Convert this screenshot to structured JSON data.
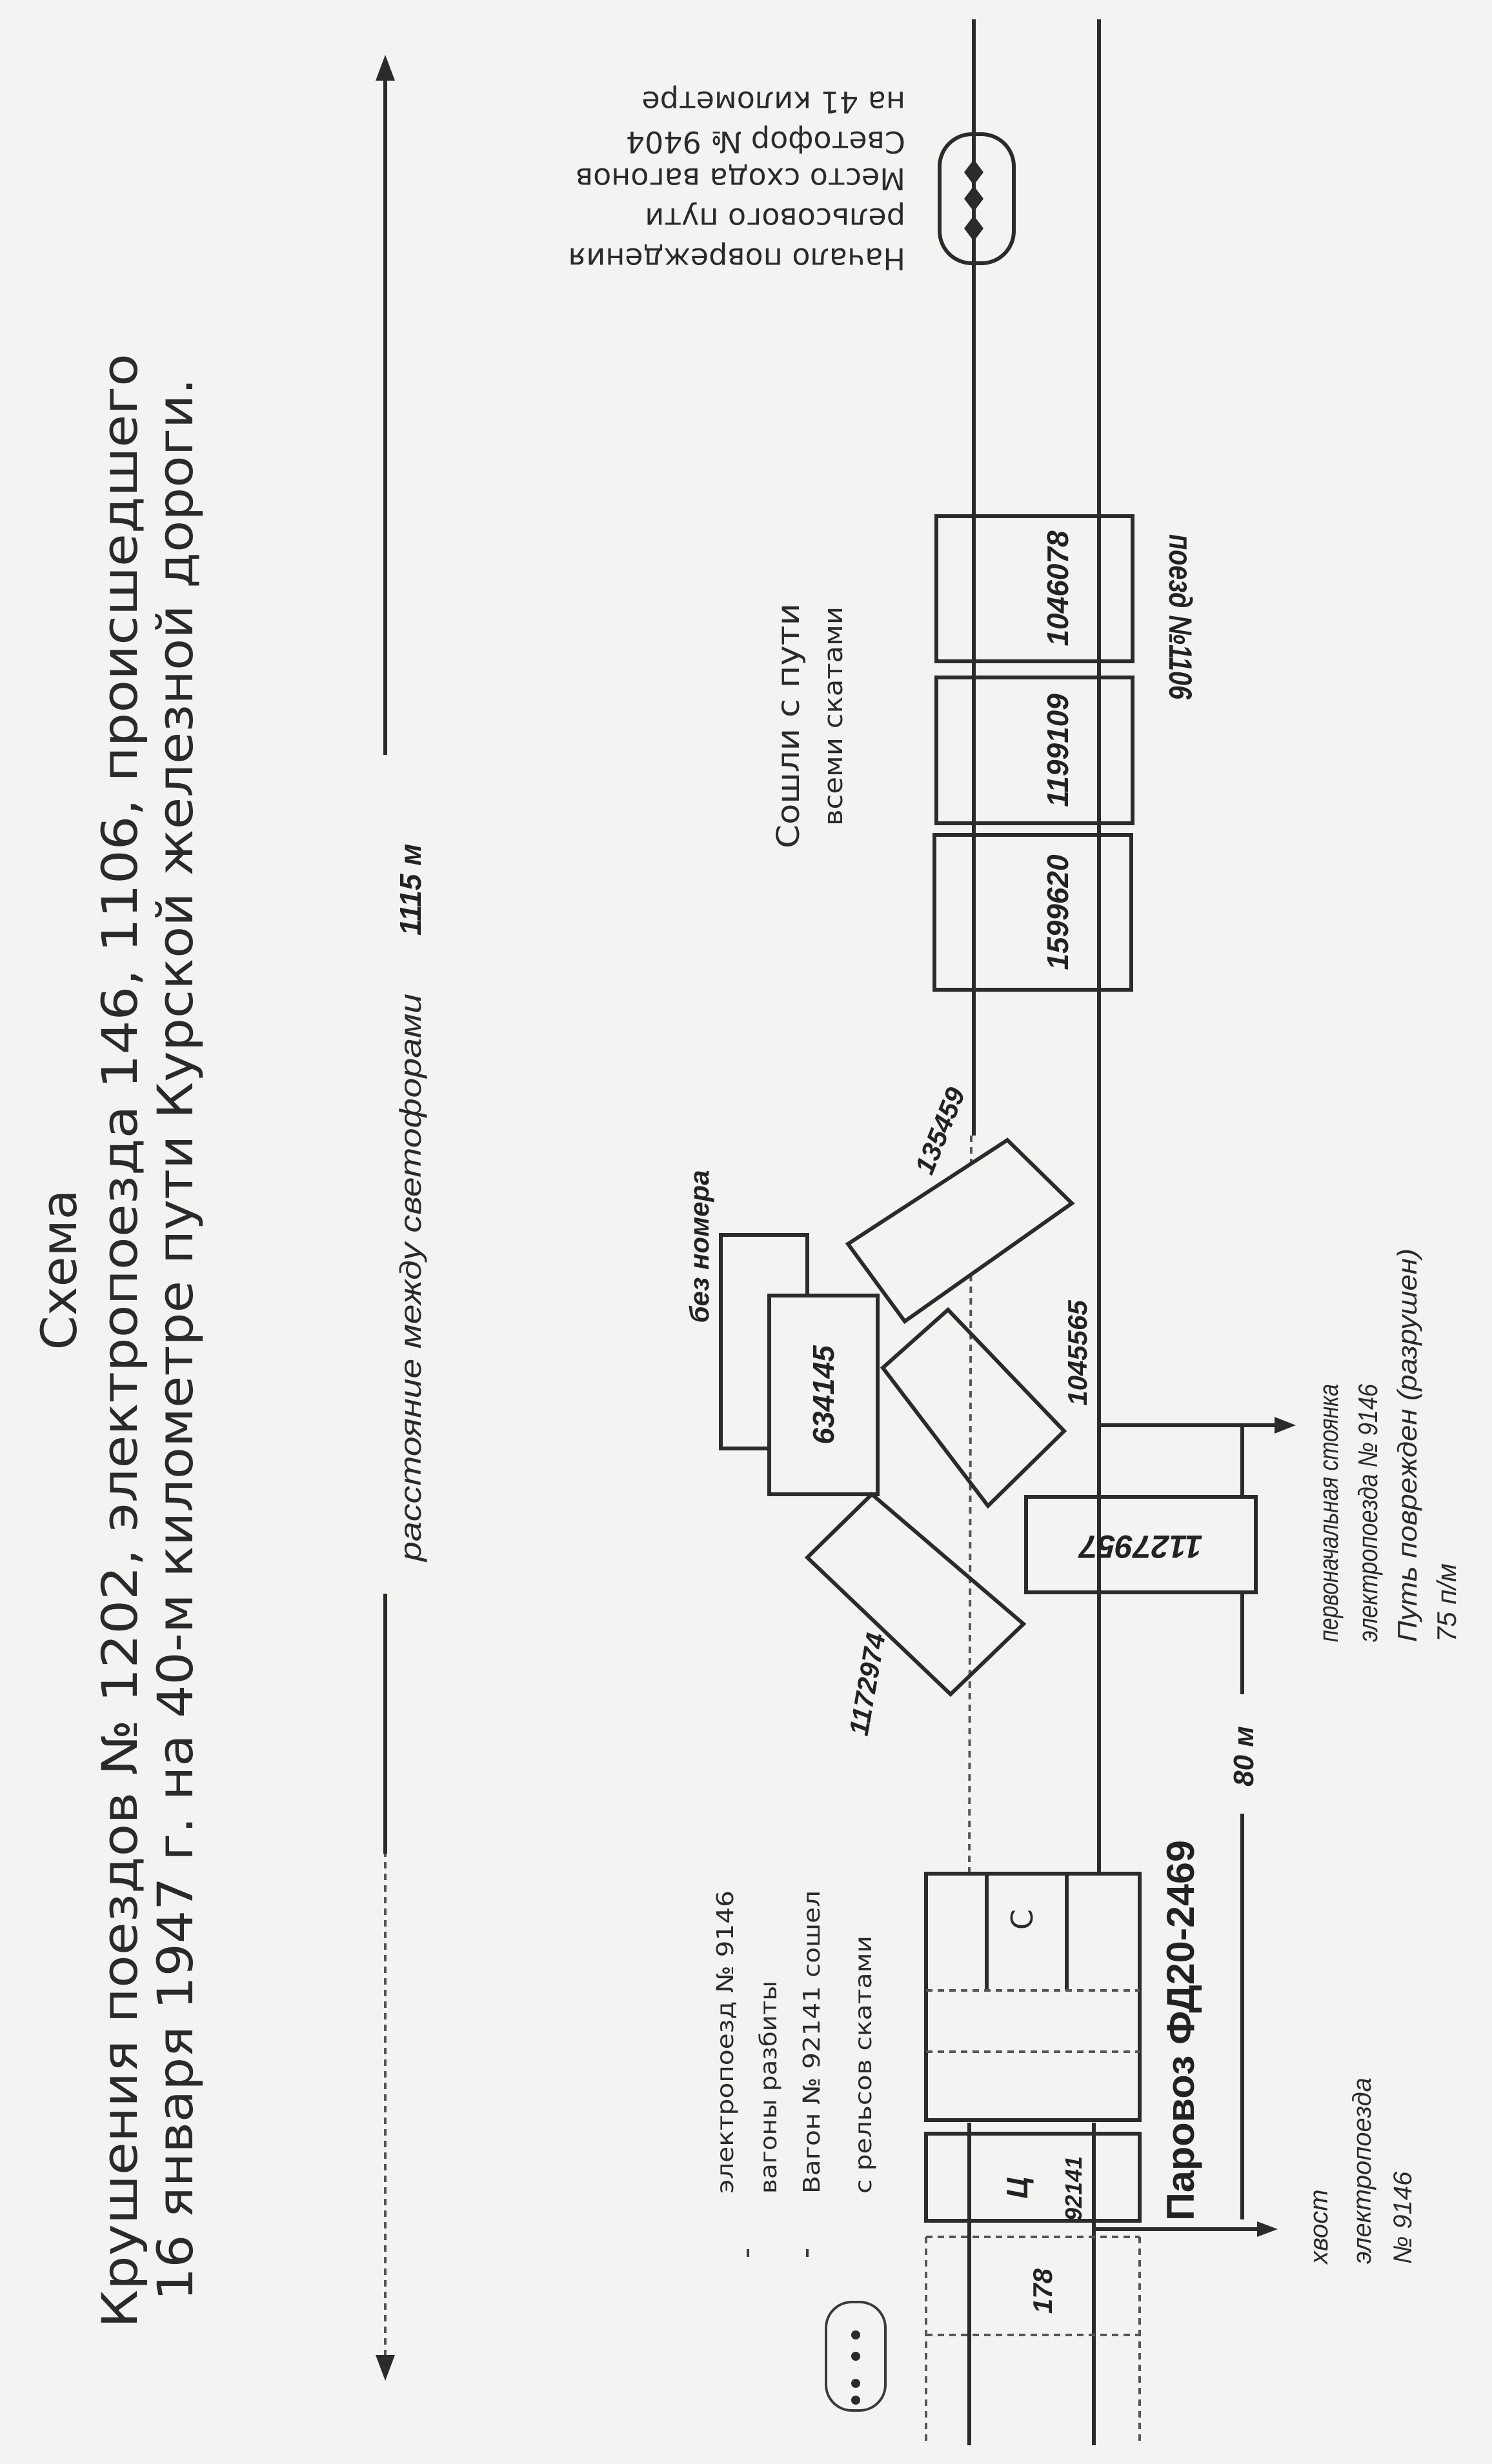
{
  "title": {
    "heading": "Схема",
    "line1": "Крушения поездов № 1202, электропоезда 146, 1106, происшедшего",
    "line2": "16 января 1947 г. на 40-м километре пути Курской железной дороги."
  },
  "distance": {
    "label": "расстояние между светофорами",
    "value": "1115 м"
  },
  "signal": {
    "lines": [
      "Начало повреждения",
      "рельсового пути",
      "Место схода вагонов",
      "Светофор № 9404",
      "на 41 километре"
    ]
  },
  "derailed": {
    "lines": [
      "Сошли с пути",
      "всеми скатами"
    ],
    "train_label": "поезд №1106",
    "cars": [
      "1046078",
      "1199109",
      "1599620"
    ]
  },
  "wreck": {
    "car_135459": "135459",
    "car_634145": "634145",
    "no_number": "без номера",
    "car_1045565": "1045565",
    "car_1172974": "1172974",
    "car_1127957": "1127957"
  },
  "stop_note": {
    "lines": [
      "первоначальная стоянка",
      "электропоезда № 9146",
      "Путь поврежден (разрушен)",
      "75 п/м"
    ]
  },
  "dimension": "80 м",
  "locomotive": {
    "label": "Паровоз ФД20-2469",
    "tender_mark": "С",
    "car_mark": "Ц",
    "car_number": "92141",
    "car_178": "178"
  },
  "emu_note": {
    "lines": [
      "электропоезд № 9146",
      "вагоны разбиты",
      "Вагон № 92141 сошел",
      "с рельсов скатами"
    ]
  },
  "tail_note": {
    "lines": [
      "хвост",
      "электропоезда",
      "№ 9146"
    ]
  }
}
